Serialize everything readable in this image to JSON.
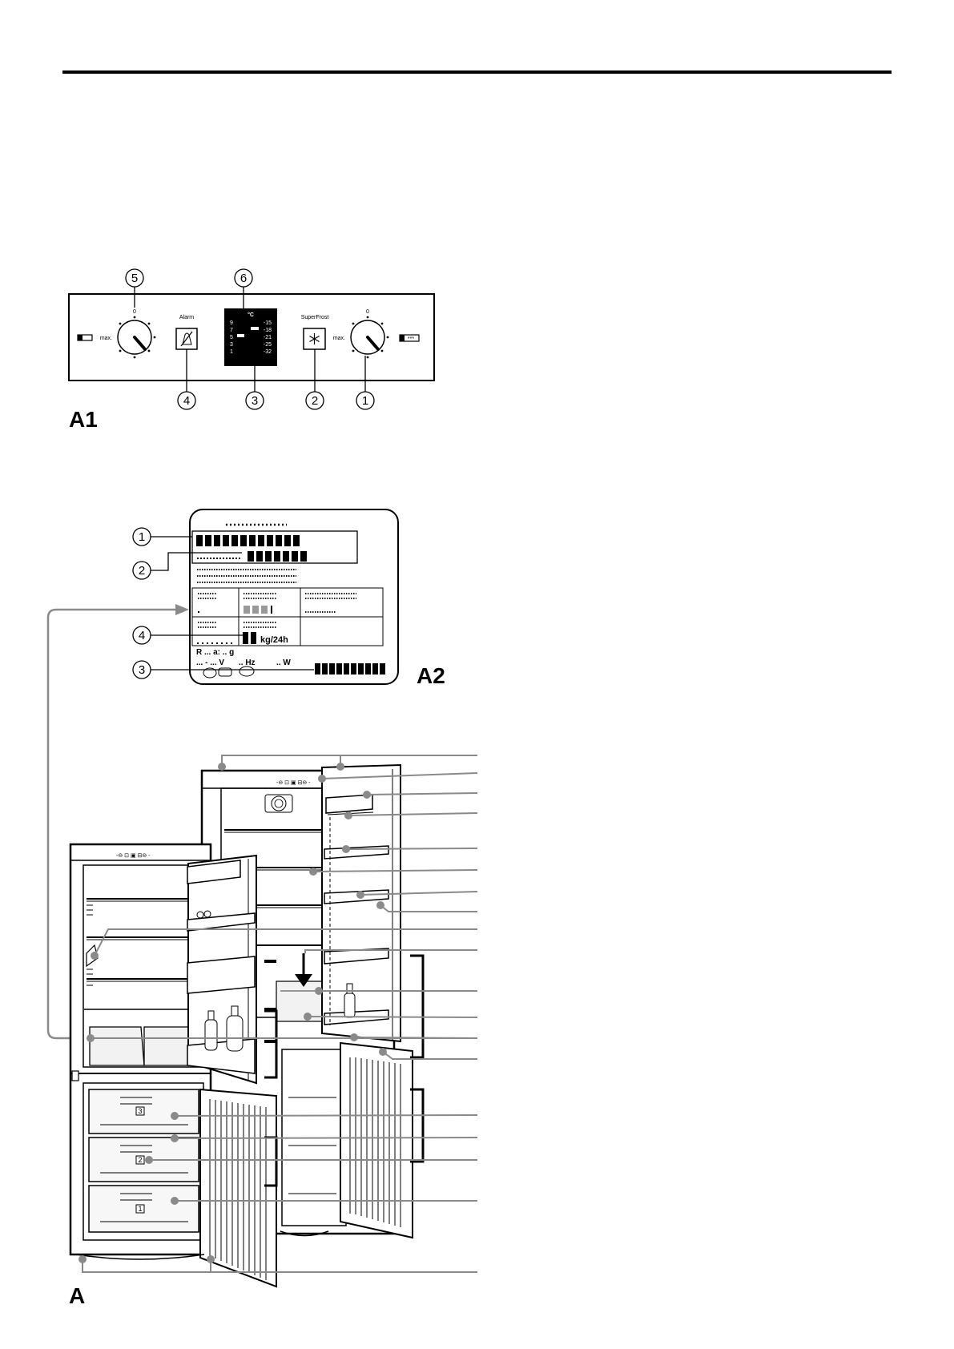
{
  "figures": {
    "a1": {
      "label": "A1",
      "alarm_label": "Alarm",
      "superfrost_label": "SuperFrost",
      "dial_zero": "0",
      "dial_max": "max.",
      "display": {
        "unit": "°C",
        "left_scale": [
          "9",
          "7",
          "5",
          "3",
          "1"
        ],
        "right_scale": [
          "-15",
          "-18",
          "-21",
          "-25",
          "-32"
        ]
      },
      "top_callouts": [
        "5",
        "6"
      ],
      "bottom_callouts": [
        "4",
        "3",
        "2",
        "1"
      ]
    },
    "a2": {
      "label": "A2",
      "callouts": [
        "1",
        "2",
        "4",
        "3"
      ],
      "capacity_text": "kg/24h",
      "refrigerant_text": "R ... a: .. g",
      "voltage_text": "... - ... V",
      "hz_text": ".. Hz",
      "watt_text": ".. W"
    },
    "a": {
      "label": "A",
      "freezer_drawer_numbers": [
        "3",
        "2",
        "1"
      ]
    }
  }
}
